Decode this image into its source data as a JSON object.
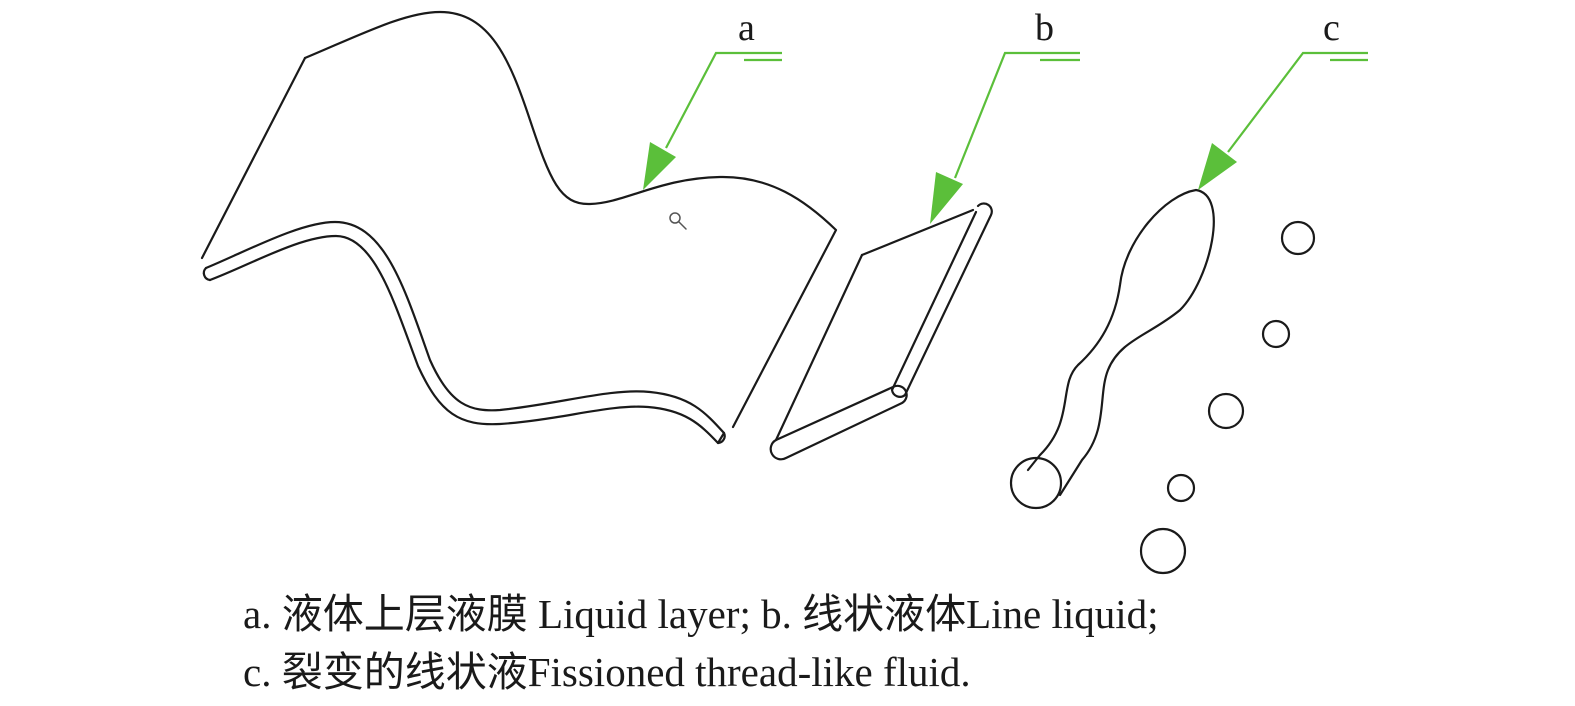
{
  "labels": {
    "a": "a",
    "b": "b",
    "c": "c"
  },
  "caption": {
    "line1": "a. 液体上层液膜 Liquid layer; b. 线状液体Line liquid;",
    "line2": "c. 裂变的线状液Fissioned thread-like fluid."
  },
  "colors": {
    "outline": "#1a1a1a",
    "leader": "#5bbf3a",
    "background": "#ffffff"
  },
  "icons": {
    "cursor": "magnifier-cursor-icon"
  }
}
